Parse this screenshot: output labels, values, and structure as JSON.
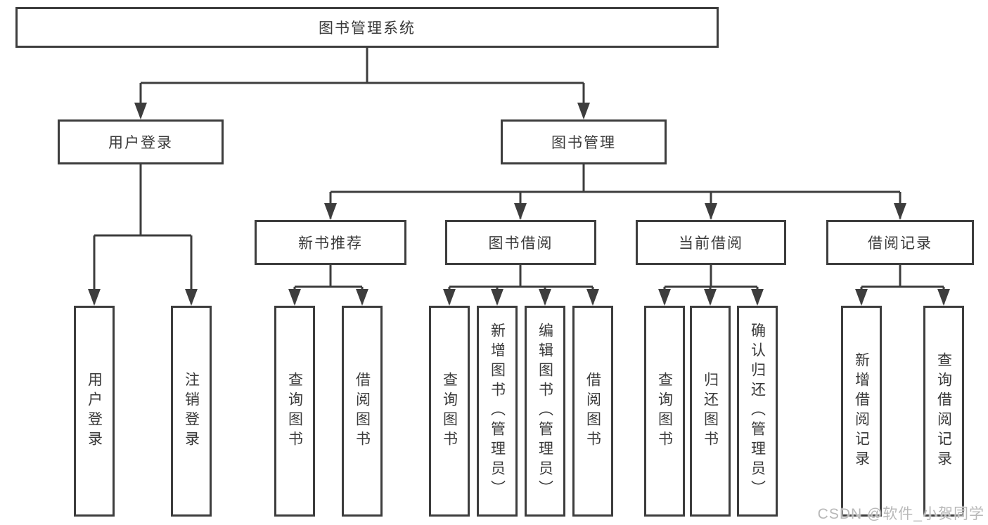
{
  "colors": {
    "line": "#3d3d3d",
    "text": "#3a3a3a"
  },
  "watermark": {
    "text": "CSDN @软件_小贺同学",
    "color": "#b8b8b8"
  },
  "tree": {
    "root": {
      "label": "图书管理系统"
    },
    "branches": [
      {
        "label": "用户登录",
        "children": [
          {
            "label": "用户登录"
          },
          {
            "label": "注销登录"
          }
        ]
      },
      {
        "label": "图书管理",
        "children": [
          {
            "label": "新书推荐",
            "children": [
              {
                "label": "查询图书"
              },
              {
                "label": "借阅图书"
              }
            ]
          },
          {
            "label": "图书借阅",
            "children": [
              {
                "label": "查询图书"
              },
              {
                "label": "新增图书（管理员）"
              },
              {
                "label": "编辑图书（管理员）"
              },
              {
                "label": "借阅图书"
              }
            ]
          },
          {
            "label": "当前借阅",
            "children": [
              {
                "label": "查询图书"
              },
              {
                "label": "归还图书"
              },
              {
                "label": "确认归还（管理员）"
              }
            ]
          },
          {
            "label": "借阅记录",
            "children": [
              {
                "label": "新增借阅记录"
              },
              {
                "label": "查询借阅记录"
              }
            ]
          }
        ]
      }
    ]
  }
}
